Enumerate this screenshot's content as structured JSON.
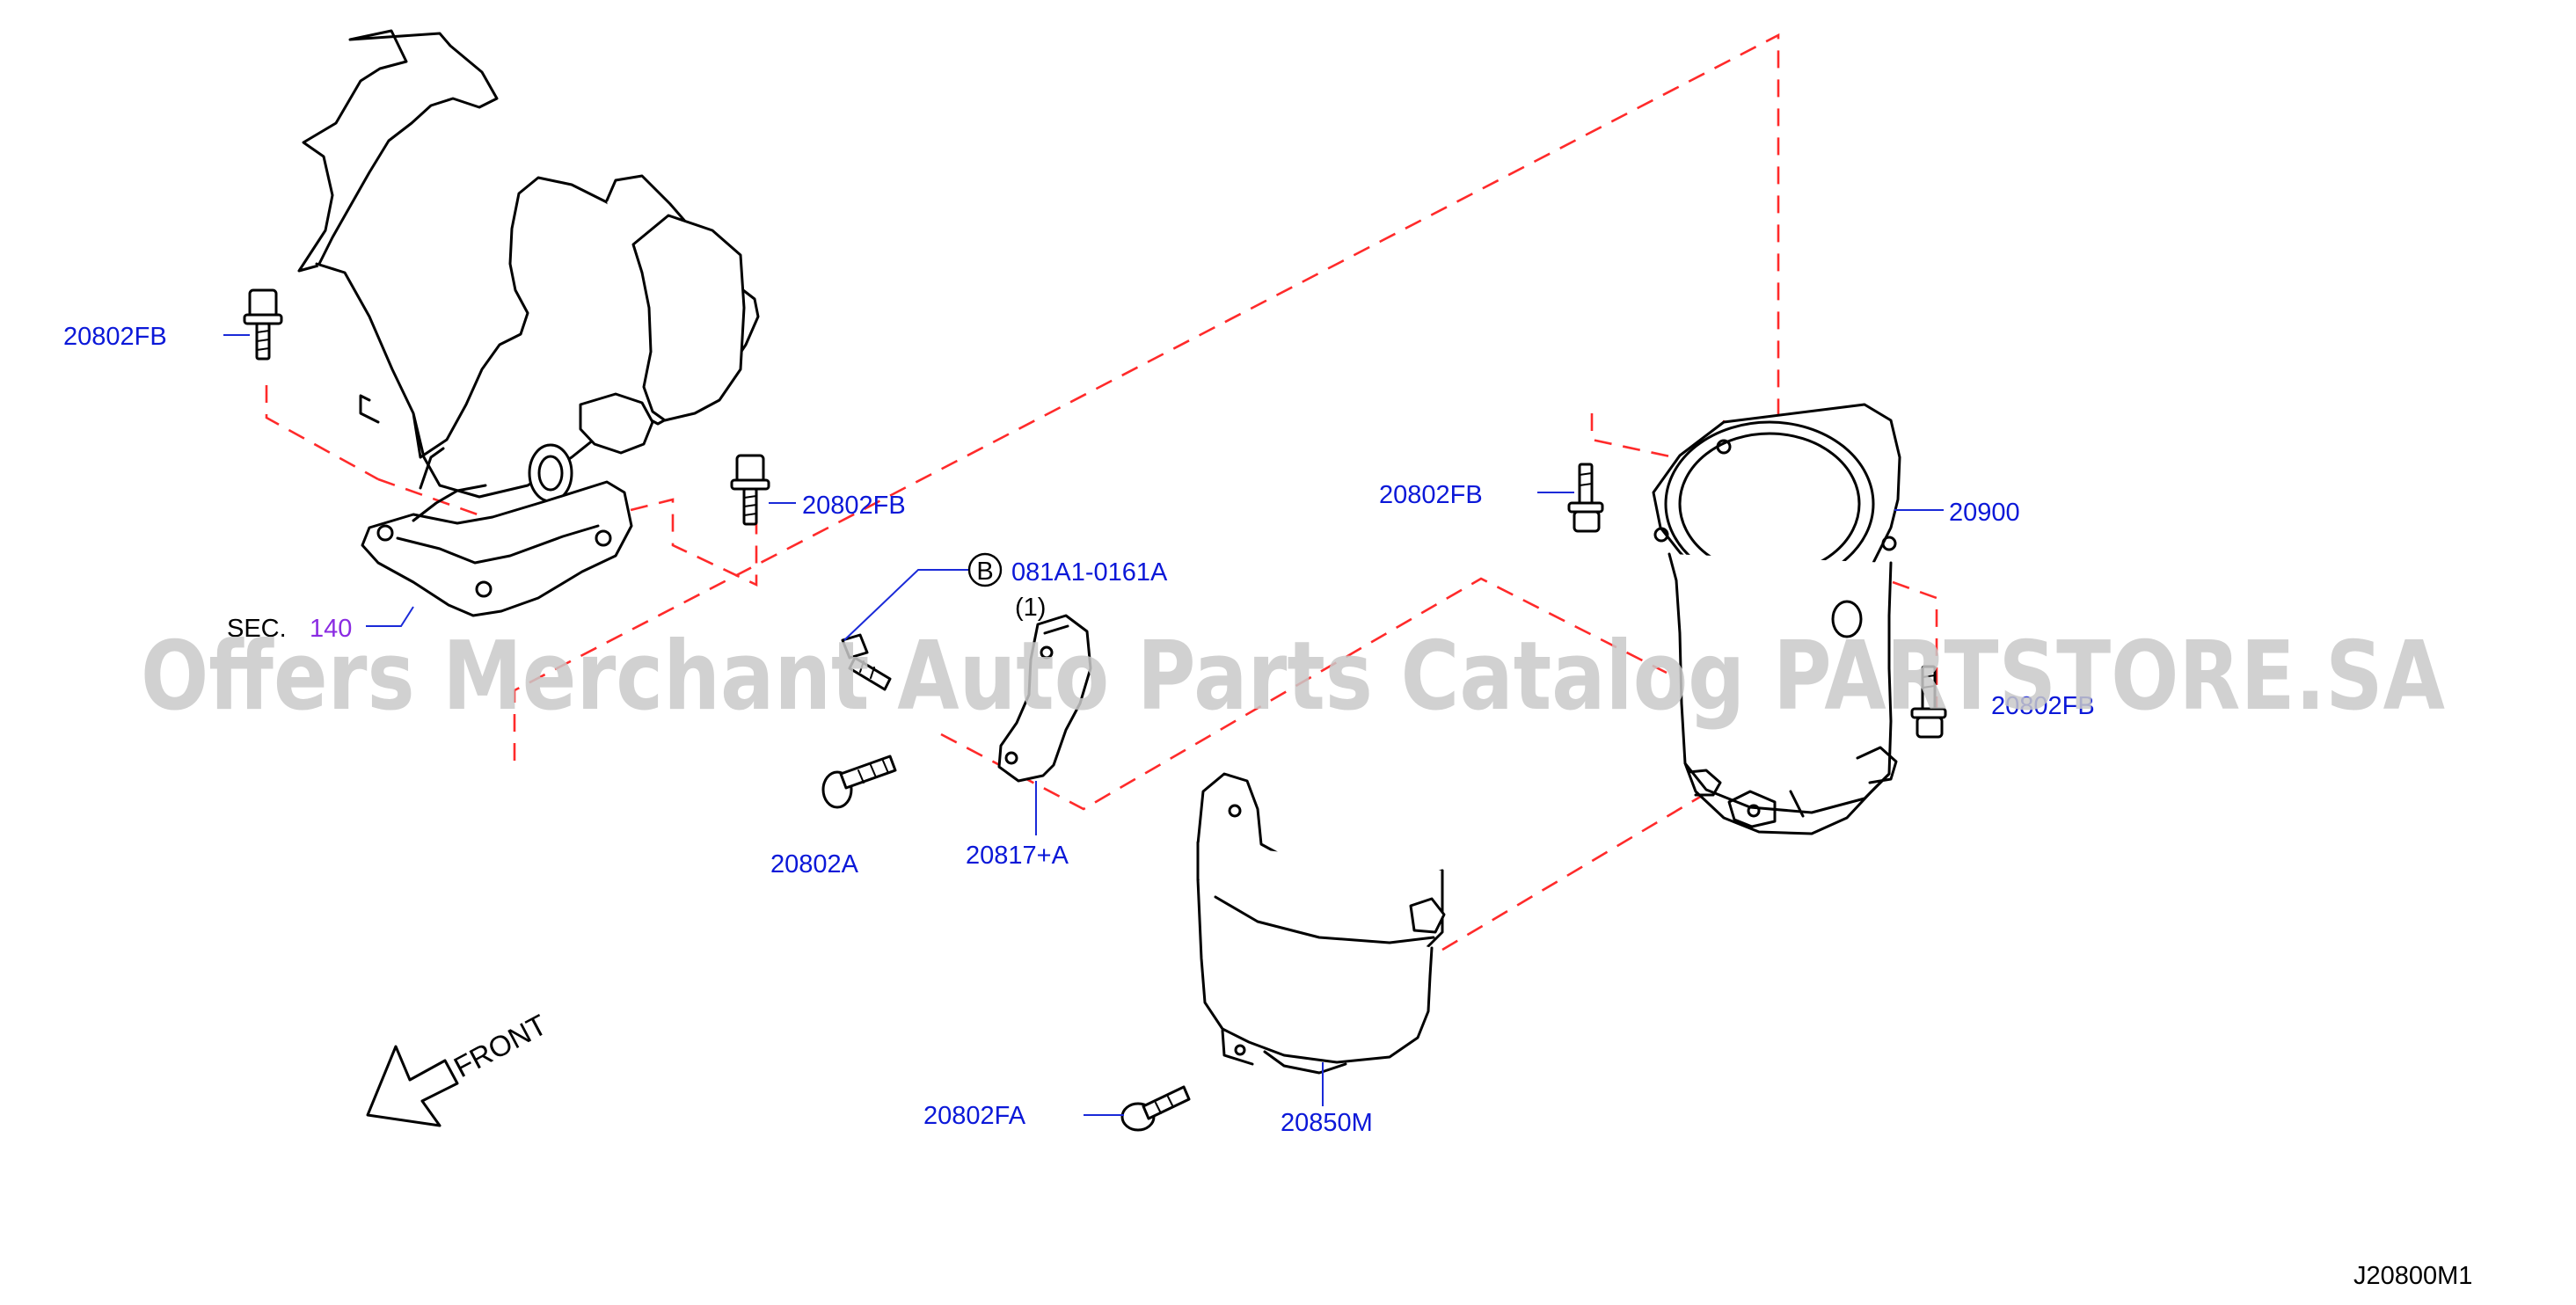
{
  "labels": {
    "b_20802fb_upper_left": "20802FB",
    "b_20802fb_mid_left": "20802FB",
    "b_20802fb_center": "20802FB",
    "b_20802fb_right": "20802FB",
    "b_20900": "20900",
    "b_081a1": "081A1-0161A",
    "b_081a1_qty": "(1)",
    "b_circle": "B",
    "b_20802a": "20802A",
    "b_20817a": "20817+A",
    "b_20802fa": "20802FA",
    "b_20850m": "20850M",
    "sec_prefix": "SEC.",
    "sec_number": "140"
  },
  "front_label": "FRONT",
  "watermark": "Offers Merchant Auto Parts Catalog PARTSTORE.SA",
  "diagram_code": "J20800M1",
  "colors": {
    "part_number": "#0b18d8",
    "section_number": "#8a2be2",
    "dashed_line": "#ff2a2a",
    "outline": "#000000"
  }
}
